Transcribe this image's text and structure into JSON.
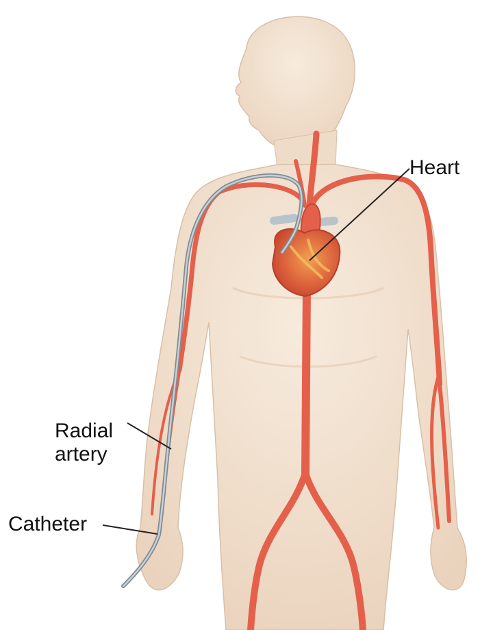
{
  "labels": {
    "heart": "Heart",
    "radial_artery_line1": "Radial",
    "radial_artery_line2": "artery",
    "catheter": "Catheter"
  },
  "colors": {
    "skin": "#f3e2cf",
    "skin_shadow": "#e6cdb4",
    "artery": "#e4604a",
    "heart": "#dd5a3e",
    "catheter": "#9aa3aa",
    "leader_line": "#222222"
  }
}
